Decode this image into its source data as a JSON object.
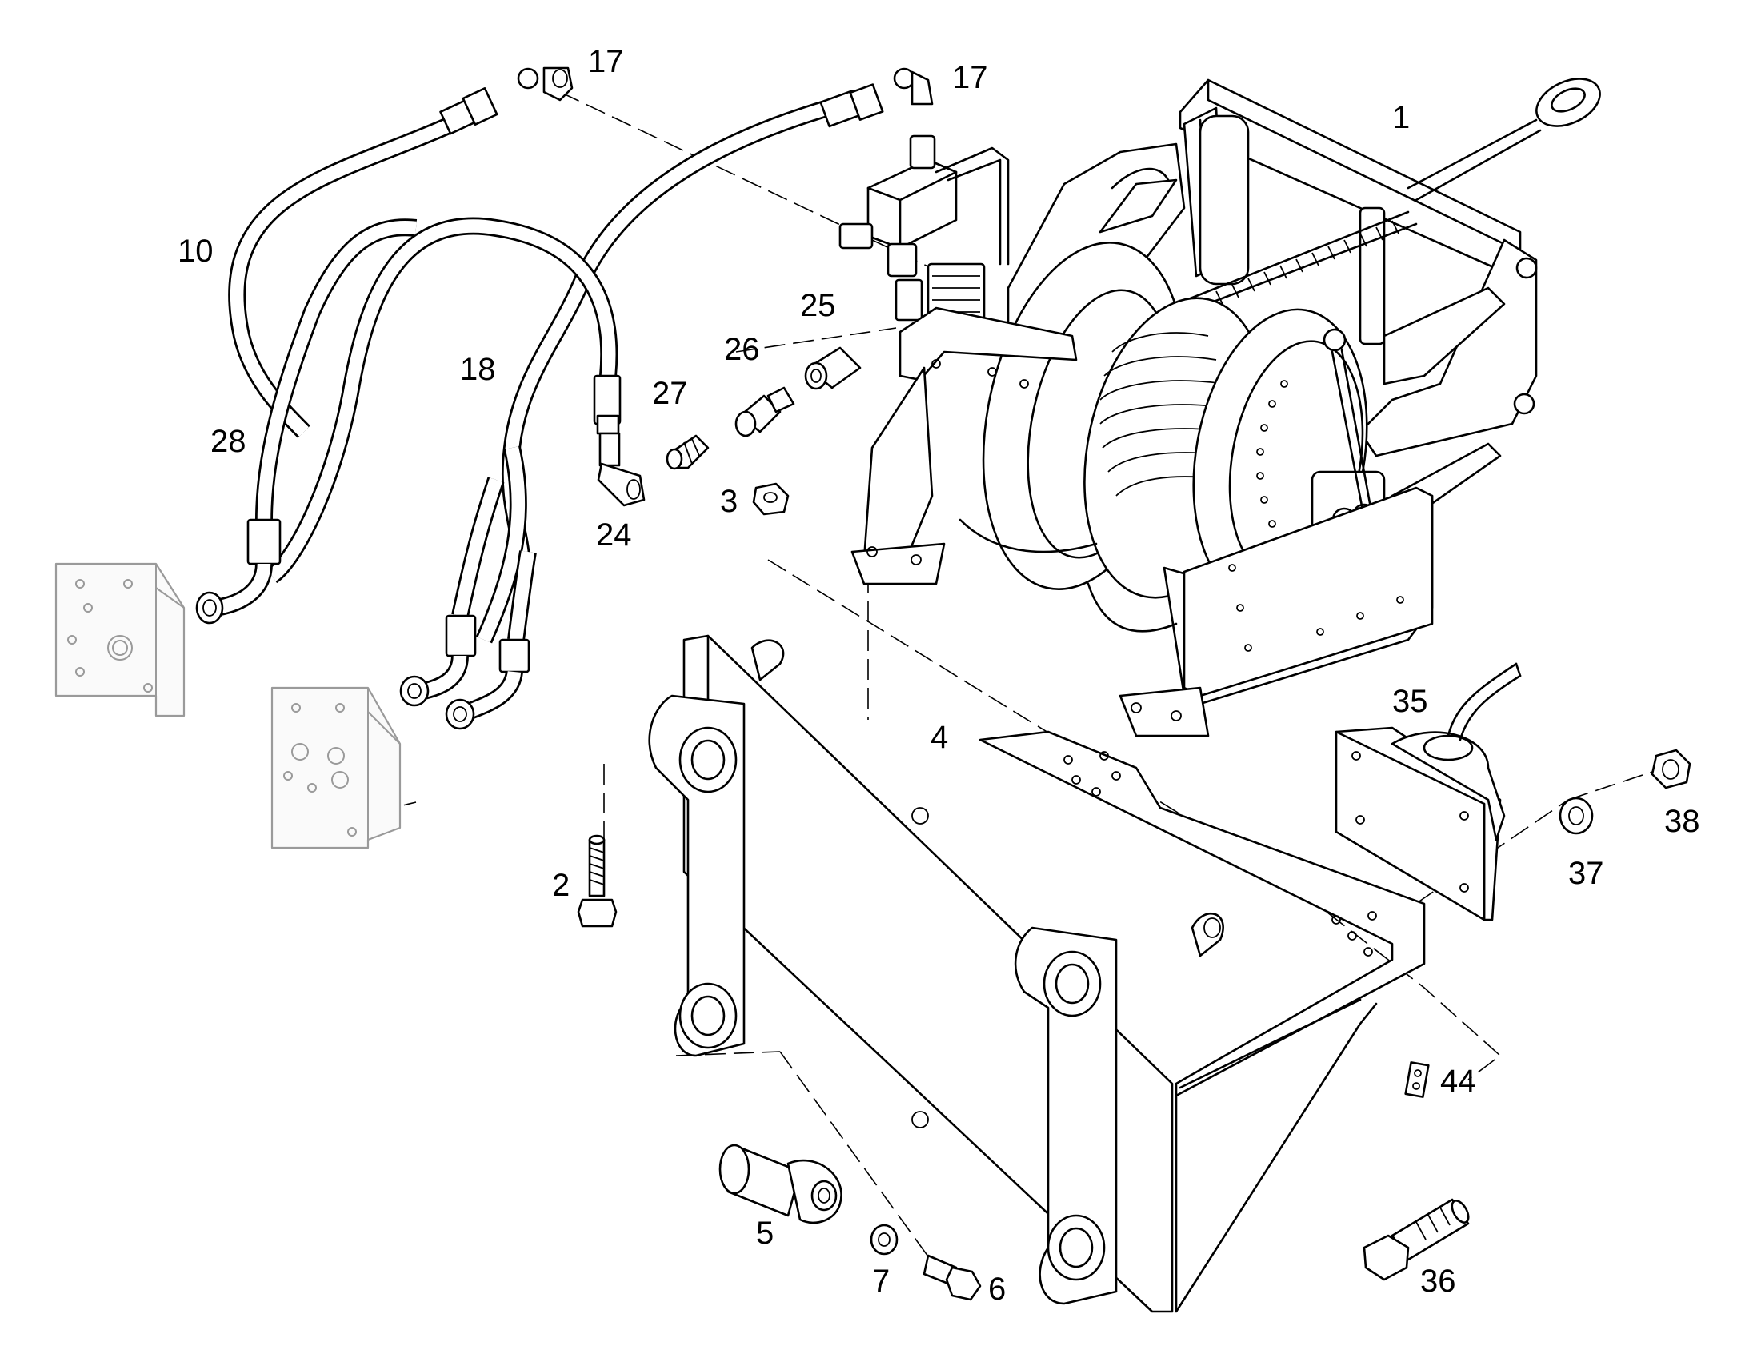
{
  "diagram": {
    "labels": {
      "item_1": "1",
      "item_2": "2",
      "item_3": "3",
      "item_4": "4",
      "item_5": "5",
      "item_6": "6",
      "item_7": "7",
      "item_10": "10",
      "item_17a": "17",
      "item_17b": "17",
      "item_18": "18",
      "item_24": "24",
      "item_25": "25",
      "item_26": "26",
      "item_27": "27",
      "item_28": "28",
      "item_35": "35",
      "item_36": "36",
      "item_37": "37",
      "item_38": "38",
      "item_44": "44"
    },
    "colors": {
      "line": "#000000",
      "ghost_parts": "#9a9a9a",
      "background": "#ffffff"
    }
  }
}
